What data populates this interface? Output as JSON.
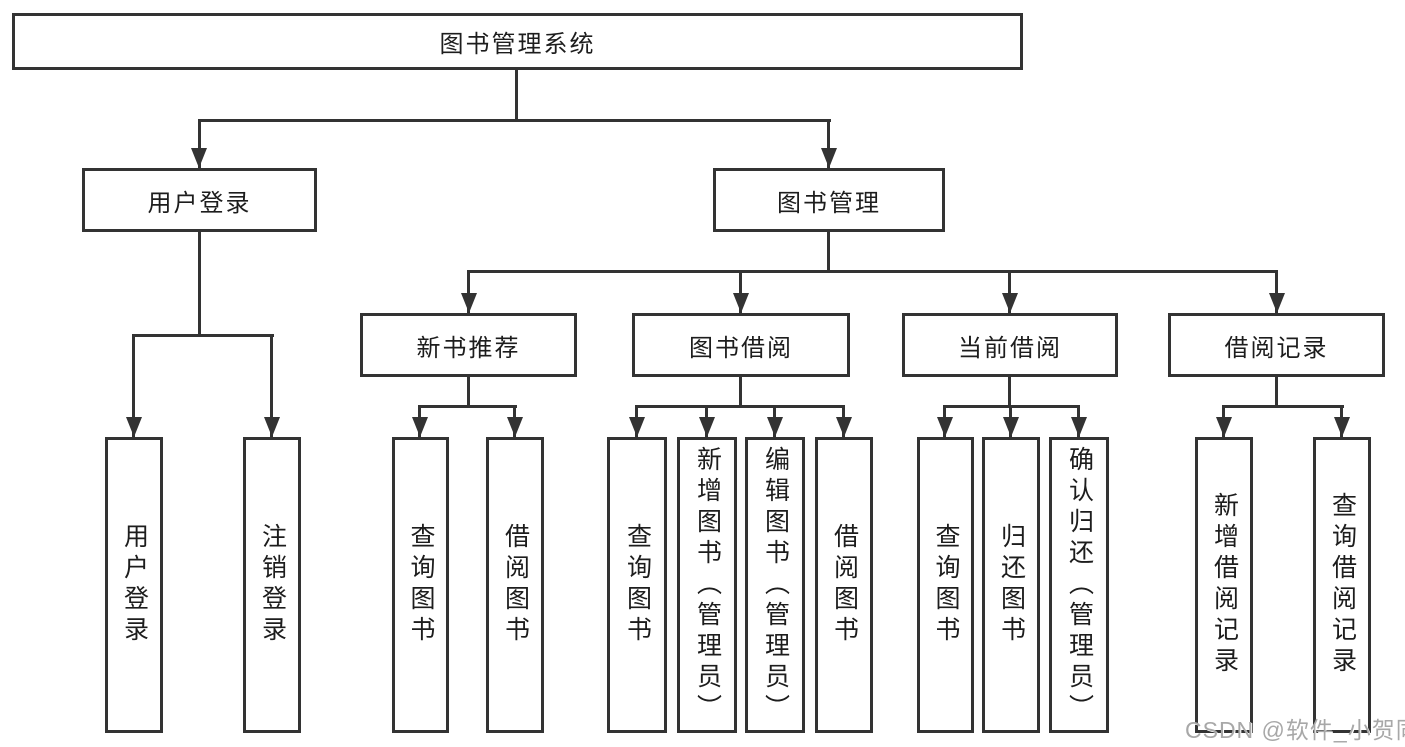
{
  "colors": {
    "line": "#333333",
    "text": "#1d1d1d",
    "background": "#ffffff",
    "watermark": "#a8a8a8"
  },
  "watermark": "CSDN @软件_小贺同学",
  "tree": {
    "root": "图书管理系统",
    "children": [
      {
        "label": "用户登录",
        "children": [
          {
            "label": "用户登录"
          },
          {
            "label": "注销登录"
          }
        ]
      },
      {
        "label": "图书管理",
        "children": [
          {
            "label": "新书推荐",
            "children": [
              {
                "label": "查询图书"
              },
              {
                "label": "借阅图书"
              }
            ]
          },
          {
            "label": "图书借阅",
            "children": [
              {
                "label": "查询图书"
              },
              {
                "label": "新增图书（管理员）"
              },
              {
                "label": "编辑图书（管理员）"
              },
              {
                "label": "借阅图书"
              }
            ]
          },
          {
            "label": "当前借阅",
            "children": [
              {
                "label": "查询图书"
              },
              {
                "label": "归还图书"
              },
              {
                "label": "确认归还（管理员）"
              }
            ]
          },
          {
            "label": "借阅记录",
            "children": [
              {
                "label": "新增借阅记录"
              },
              {
                "label": "查询借阅记录"
              }
            ]
          }
        ]
      }
    ]
  }
}
